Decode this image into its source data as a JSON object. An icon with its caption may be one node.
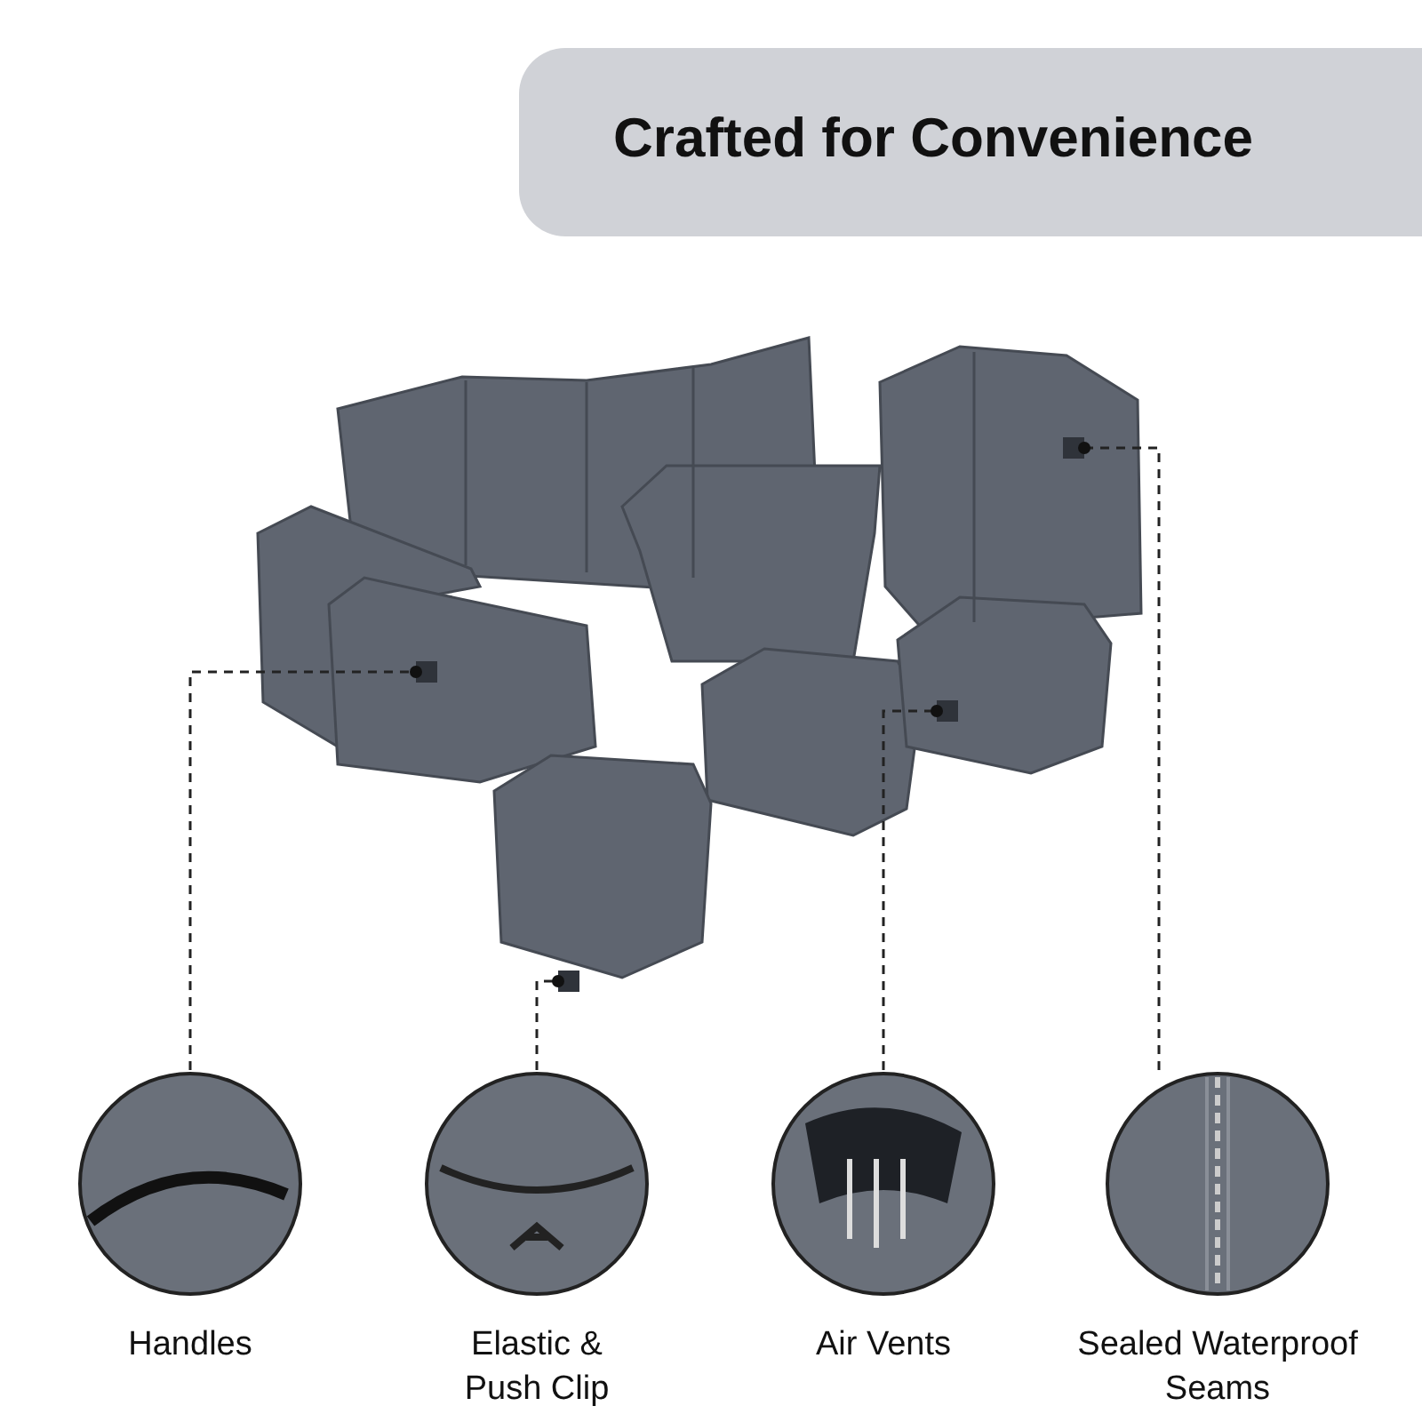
{
  "diagram": {
    "title": "Crafted for Convenience",
    "nodes": [
      {
        "text": [],
        "shape": "box"
      },
      {
        "text": [],
        "shape": "box"
      },
      {
        "text": [],
        "shape": "box"
      },
      {
        "text": [],
        "shape": "box"
      },
      {
        "text": [
          "Handles"
        ]
      },
      {
        "text": [
          "Elastic & Push Clip"
        ]
      },
      {
        "text": [
          "Air Vents"
        ]
      },
      {
        "text": [
          "Sealed Waterproof Seams"
        ]
      }
    ],
    "edges": [
      {
        "from": 4,
        "to": 0,
        "arrow": "other",
        "style": "dashed"
      },
      {
        "from": 5,
        "to": 1,
        "arrow": "other",
        "style": "dashed"
      },
      {
        "from": 6,
        "to": 2,
        "arrow": "other",
        "style": "dashed"
      },
      {
        "from": 7,
        "to": 3,
        "arrow": "other",
        "style": "dashed"
      }
    ]
  }
}
